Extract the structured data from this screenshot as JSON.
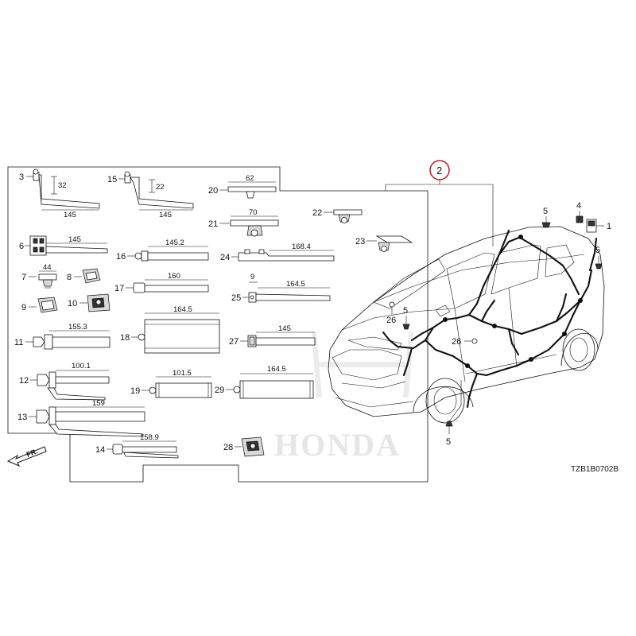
{
  "diagram": {
    "callout_main": "2",
    "catalog_code": "TZB1B0702B",
    "front_label": "FR.",
    "watermark_text": "HONDA",
    "parts": [
      {
        "id": "p3",
        "number": "3",
        "dims": [
          "32",
          "145"
        ]
      },
      {
        "id": "p15",
        "number": "15",
        "dims": [
          "22",
          "145"
        ]
      },
      {
        "id": "p20",
        "number": "20",
        "dims": [
          "62"
        ]
      },
      {
        "id": "p21",
        "number": "21",
        "dims": [
          "70"
        ]
      },
      {
        "id": "p22",
        "number": "22",
        "dims": []
      },
      {
        "id": "p23",
        "number": "23",
        "dims": []
      },
      {
        "id": "p6",
        "number": "6",
        "dims": [
          "145"
        ]
      },
      {
        "id": "p16",
        "number": "16",
        "dims": [
          "145.2"
        ]
      },
      {
        "id": "p24",
        "number": "24",
        "dims": [
          "168.4"
        ]
      },
      {
        "id": "p7",
        "number": "7",
        "dims": [
          "44"
        ]
      },
      {
        "id": "p8",
        "number": "8",
        "dims": []
      },
      {
        "id": "p17",
        "number": "17",
        "dims": [
          "160"
        ]
      },
      {
        "id": "p25",
        "number": "25",
        "dims": [
          "9",
          "164.5"
        ]
      },
      {
        "id": "p9",
        "number": "9",
        "dims": []
      },
      {
        "id": "p10",
        "number": "10",
        "dims": []
      },
      {
        "id": "p18",
        "number": "18",
        "dims": [
          "164.5"
        ]
      },
      {
        "id": "p11",
        "number": "11",
        "dims": [
          "155.3"
        ]
      },
      {
        "id": "p27",
        "number": "27",
        "dims": [
          "145"
        ]
      },
      {
        "id": "p12",
        "number": "12",
        "dims": [
          "100.1"
        ]
      },
      {
        "id": "p19",
        "number": "19",
        "dims": [
          "101.5"
        ]
      },
      {
        "id": "p29",
        "number": "29",
        "dims": [
          "164.5"
        ]
      },
      {
        "id": "p13",
        "number": "13",
        "dims": [
          "159"
        ]
      },
      {
        "id": "p14",
        "number": "14",
        "dims": [
          "158.9"
        ]
      },
      {
        "id": "p28",
        "number": "28",
        "dims": []
      }
    ],
    "car_callouts": [
      "5",
      "4",
      "1",
      "5",
      "5",
      "26",
      "26",
      "5"
    ]
  }
}
